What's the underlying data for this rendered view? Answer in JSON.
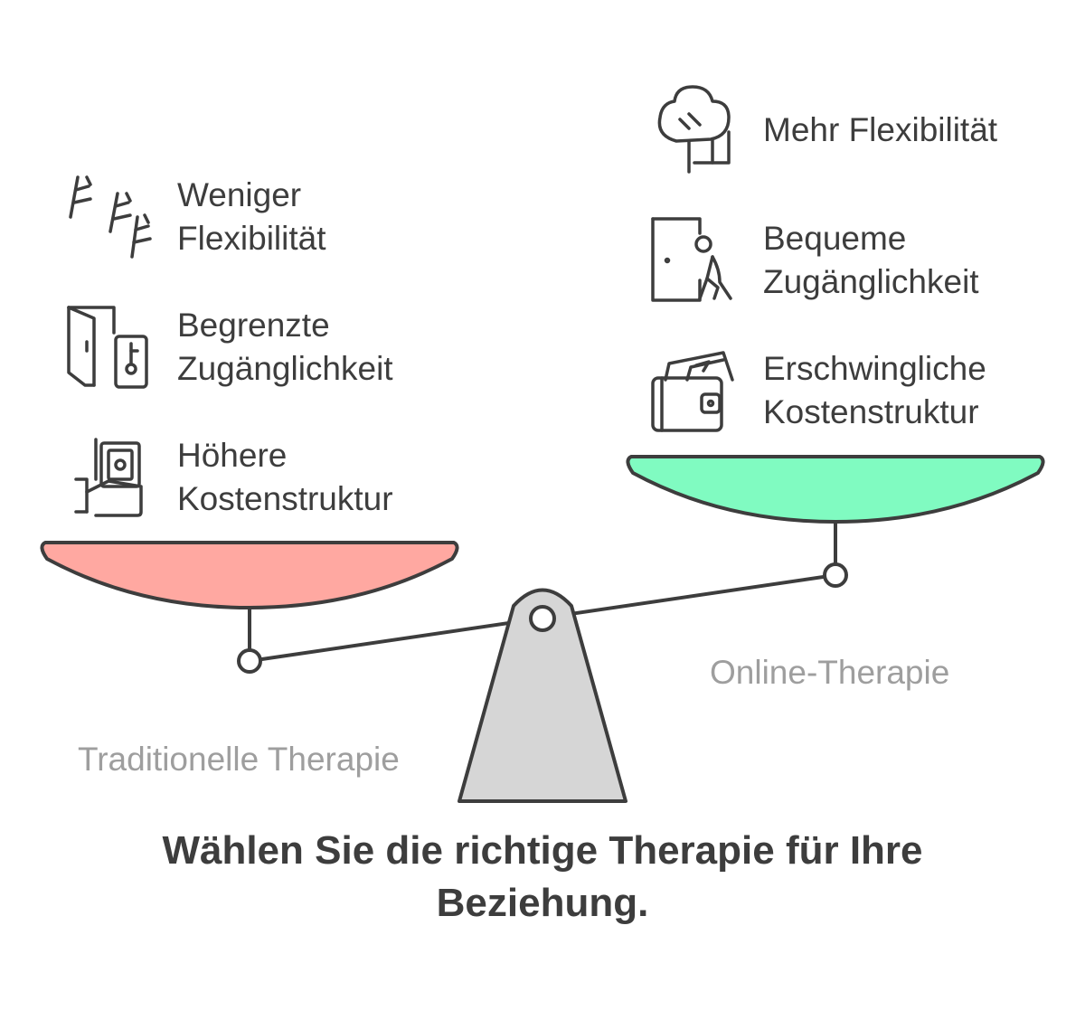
{
  "title_line1": "Wählen Sie die richtige Therapie für Ihre",
  "title_line2": "Beziehung.",
  "left_side": {
    "label": "Traditionelle Therapie",
    "pan_color": "#ffa8a1",
    "items": [
      {
        "line1": "Weniger",
        "line2": "Flexibilität",
        "icon": "withered-stalks-icon"
      },
      {
        "line1": "Begrenzte",
        "line2": "Zugänglichkeit",
        "icon": "locked-door-icon"
      },
      {
        "line1": "Höhere",
        "line2": "Kostenstruktur",
        "icon": "hand-holding-money-icon"
      }
    ]
  },
  "right_side": {
    "label": "Online-Therapie",
    "pan_color": "#80fbc1",
    "items": [
      {
        "line1": "Mehr Flexibilität",
        "line2": "",
        "icon": "tree-icon"
      },
      {
        "line1": "Bequeme",
        "line2": "Zugänglichkeit",
        "icon": "person-entering-door-icon"
      },
      {
        "line1": "Erschwingliche",
        "line2": "Kostenstruktur",
        "icon": "wallet-money-icon"
      }
    ]
  },
  "colors": {
    "stroke": "#3d3d3d",
    "fulcrum": "#d6d6d6",
    "muted_text": "#9e9e9e"
  }
}
